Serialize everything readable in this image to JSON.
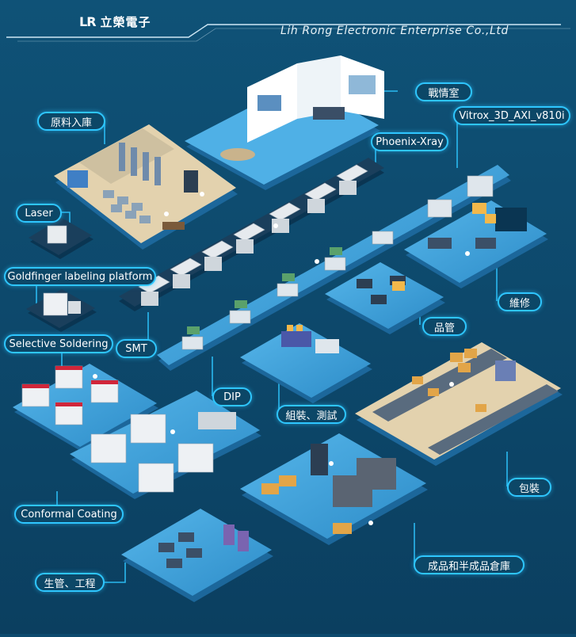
{
  "header": {
    "logo_mark": "LR",
    "logo_name": "立榮電子",
    "company_name": "Lih Rong Electronic Enterprise Co.,Ltd"
  },
  "areas": {
    "war_room": "戰情室",
    "vitrox_axi": "Vitrox_3D_AXI_v810i",
    "phoenix_xray": "Phoenix-Xray",
    "raw_material_storage": "原料入庫",
    "laser": "Laser",
    "goldfinger_labeling": "Goldfinger labeling platform",
    "selective_soldering": "Selective Soldering",
    "smt": "SMT",
    "repair": "維修",
    "quality_control": "品管",
    "dip": "DIP",
    "assembly_testing": "組裝、測試",
    "conformal_coating": "Conformal Coating",
    "packaging": "包裝",
    "warehouse": "成品和半成品倉庫",
    "production_engineering": "生管、工程"
  },
  "colors": {
    "background": "#0d4a6e",
    "platform": "#3a9fd8",
    "label_border": "#2ec6ff",
    "floor_wood": "#e0d0b0"
  }
}
